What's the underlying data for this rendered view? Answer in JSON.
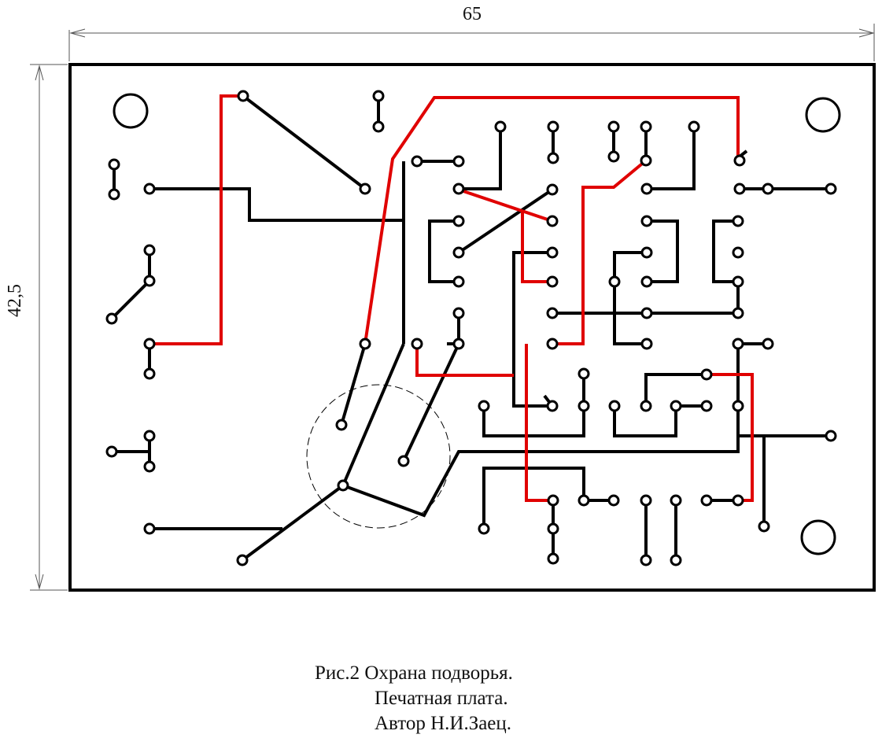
{
  "dimensions": {
    "width_label": "65",
    "height_label": "42,5"
  },
  "caption": {
    "line1": "Рис.2 Охрана подворья.",
    "line2": "Печатная плата.",
    "line3": "Автор Н.И.Заец."
  },
  "colors": {
    "board_outline": "#000000",
    "trace_bottom": "#000000",
    "trace_top": "#e00000",
    "dimension_line": "#555555"
  }
}
